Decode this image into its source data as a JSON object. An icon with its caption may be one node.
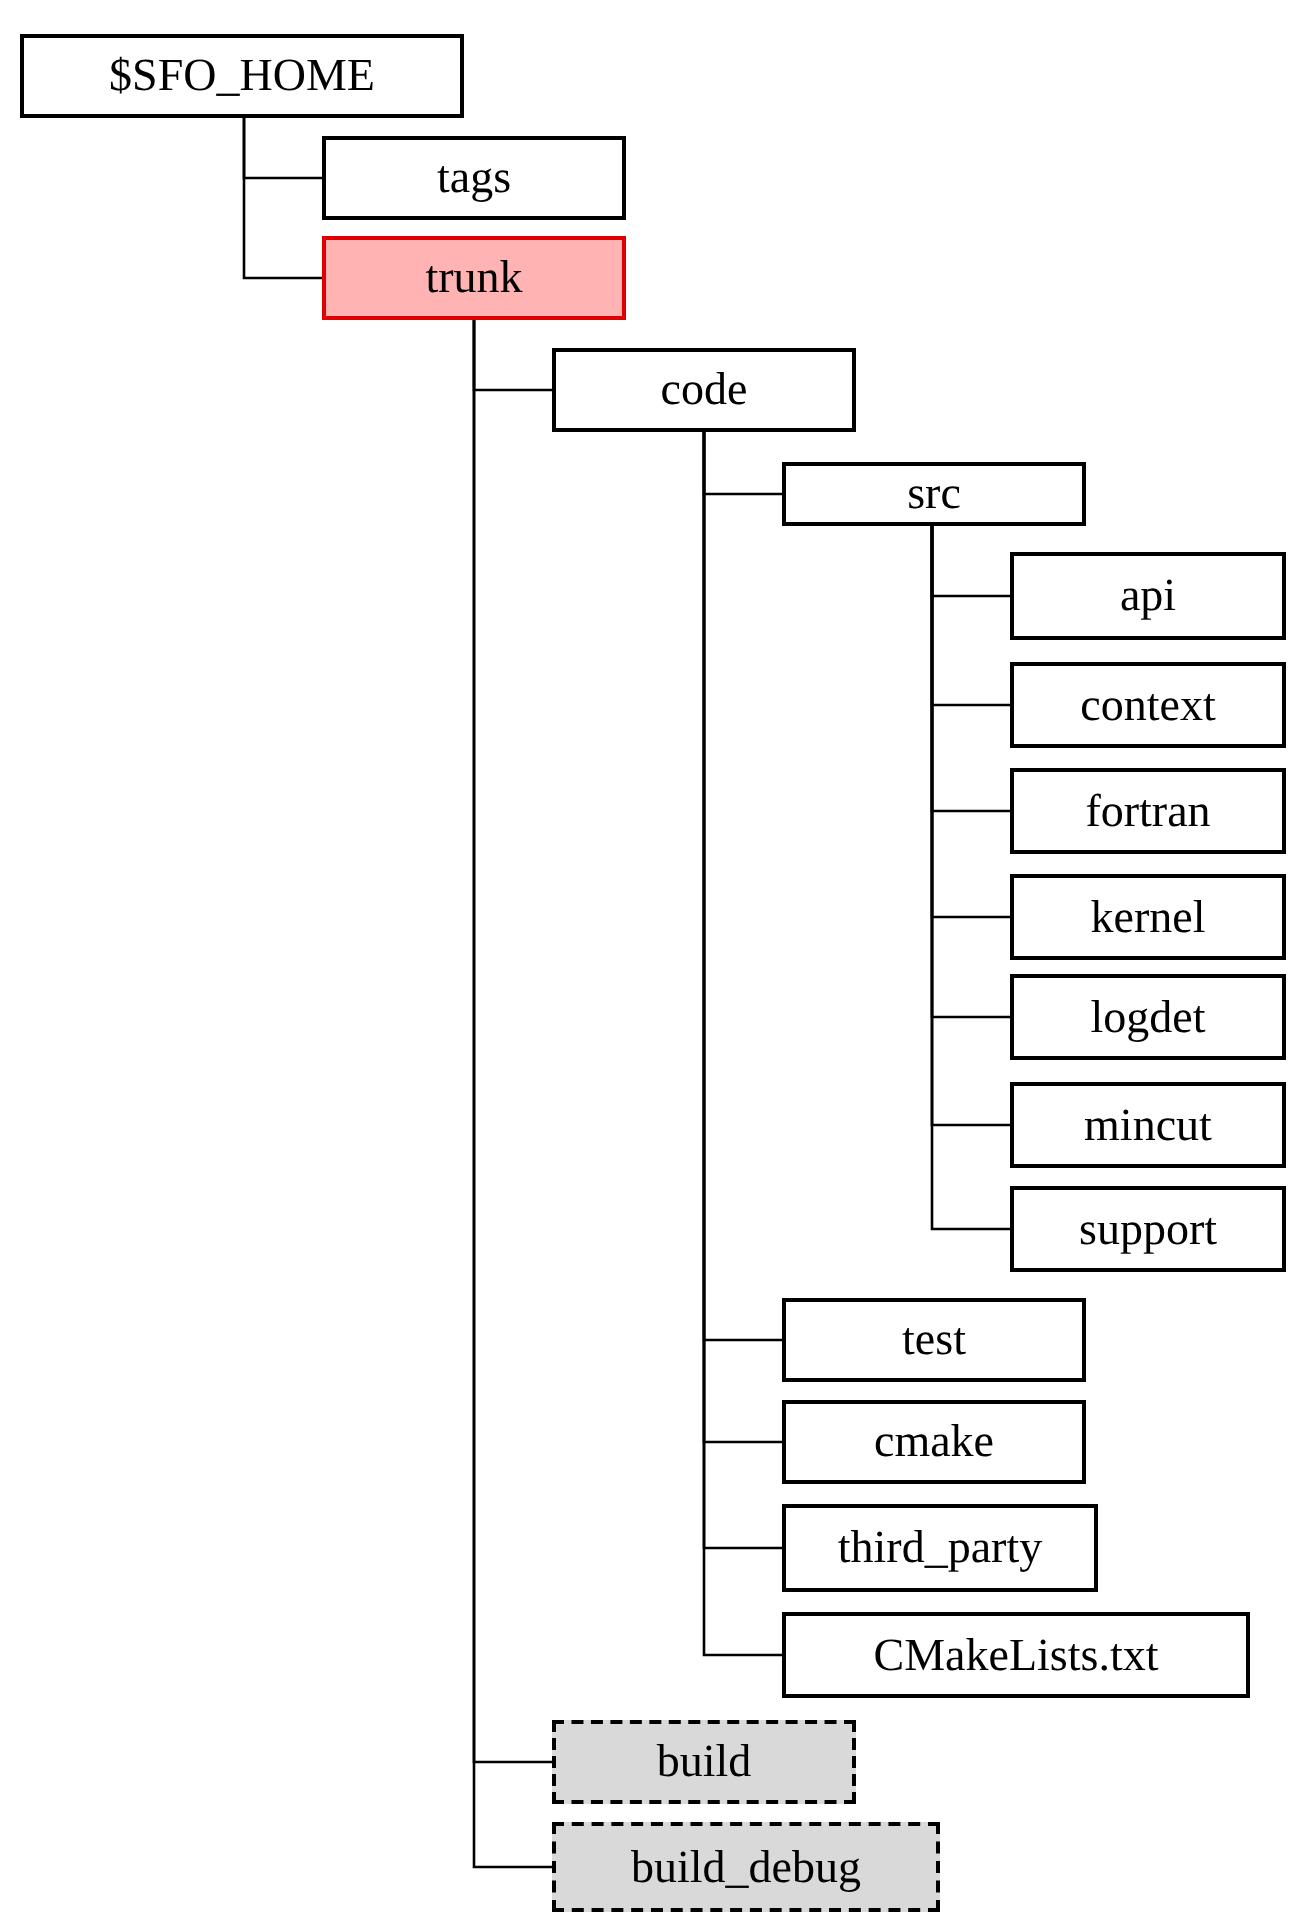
{
  "diagram": {
    "nodes": [
      {
        "text": [
          "$SFO_HOME"
        ]
      },
      {
        "text": [
          "tags"
        ]
      },
      {
        "text": [
          "trunk"
        ]
      },
      {
        "text": [
          "code"
        ]
      },
      {
        "text": [
          "src"
        ]
      },
      {
        "text": [
          "api"
        ]
      },
      {
        "text": [
          "context"
        ]
      },
      {
        "text": [
          "fortran"
        ]
      },
      {
        "text": [
          "kernel"
        ]
      },
      {
        "text": [
          "logdet"
        ]
      },
      {
        "text": [
          "mincut"
        ]
      },
      {
        "text": [
          "support"
        ]
      },
      {
        "text": [
          "test"
        ]
      },
      {
        "text": [
          "cmake"
        ]
      },
      {
        "text": [
          "third_party"
        ]
      },
      {
        "text": [
          "CMakeLists.txt"
        ]
      },
      {
        "text": [
          "build"
        ]
      },
      {
        "text": [
          "build_debug"
        ]
      }
    ],
    "edges": [
      {
        "from": 0,
        "to": 1,
        "arrow": "none"
      },
      {
        "from": 0,
        "to": 2,
        "arrow": "none"
      },
      {
        "from": 2,
        "to": 3,
        "arrow": "none"
      },
      {
        "from": 3,
        "to": 4,
        "arrow": "none"
      },
      {
        "from": 4,
        "to": 5,
        "arrow": "none"
      },
      {
        "from": 4,
        "to": 6,
        "arrow": "none"
      },
      {
        "from": 4,
        "to": 7,
        "arrow": "none"
      },
      {
        "from": 4,
        "to": 8,
        "arrow": "none"
      },
      {
        "from": 4,
        "to": 9,
        "arrow": "none"
      },
      {
        "from": 4,
        "to": 10,
        "arrow": "none"
      },
      {
        "from": 4,
        "to": 11,
        "arrow": "none"
      },
      {
        "from": 3,
        "to": 12,
        "arrow": "none"
      },
      {
        "from": 3,
        "to": 13,
        "arrow": "none"
      },
      {
        "from": 3,
        "to": 14,
        "arrow": "none"
      },
      {
        "from": 3,
        "to": 15,
        "arrow": "none"
      },
      {
        "from": 2,
        "to": 16,
        "arrow": "none"
      },
      {
        "from": 2,
        "to": 17,
        "arrow": "none"
      }
    ]
  }
}
